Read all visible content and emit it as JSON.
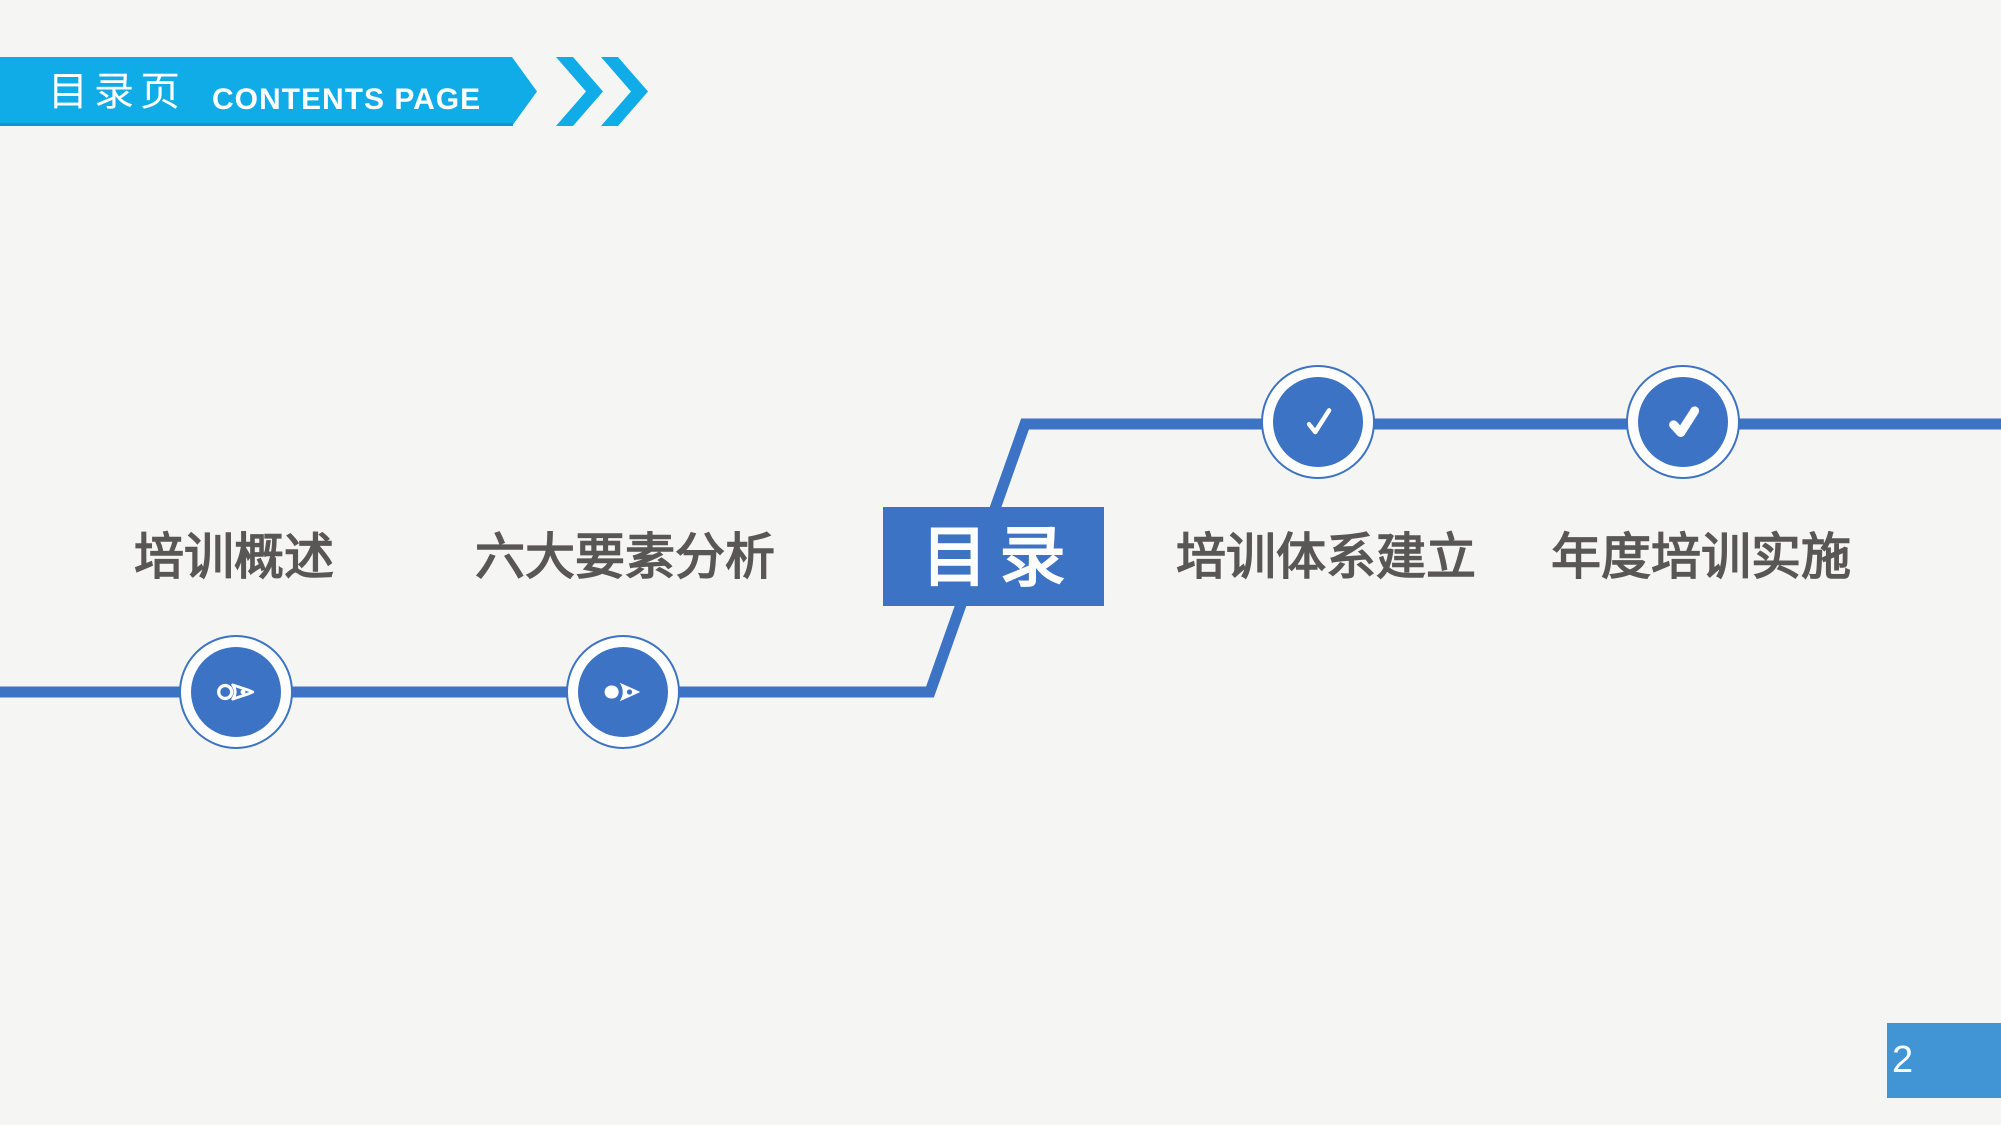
{
  "slide": {
    "header": {
      "title_zh": "目录页",
      "title_en": "CONTENTS PAGE"
    },
    "toc_title": "目录",
    "sections": [
      {
        "label": "培训概述",
        "icon": "pen-outline"
      },
      {
        "label": "六大要素分析",
        "icon": "pen-filled"
      },
      {
        "label": "培训体系建立",
        "icon": "check-thin"
      },
      {
        "label": "年度培训实施",
        "icon": "check-bold"
      }
    ],
    "page_number": "2"
  },
  "colors": {
    "background": "#f5f5f4",
    "banner_cyan": "#10ace8",
    "banner_edge": "#0d96d2",
    "accent_blue": "#3c73c4",
    "page_badge_blue": "#4295d4",
    "label_gray": "#595755",
    "text_white": "#ffffff"
  }
}
